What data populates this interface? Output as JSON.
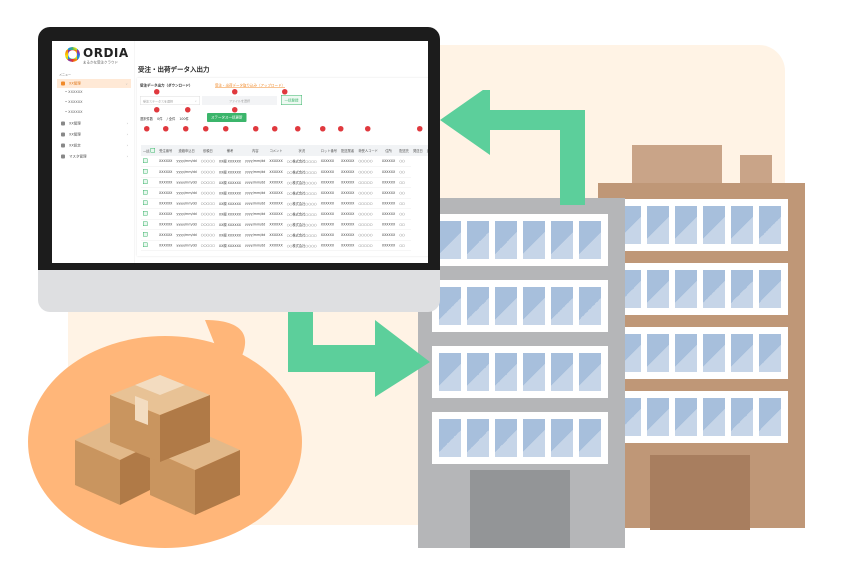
{
  "app": {
    "logo": "ORDIA",
    "logo_sub": "まるかな受注クラウド",
    "menu_label": "メニュー"
  },
  "sidebar": {
    "items": [
      {
        "label": "XX管理",
        "active": true
      },
      {
        "label": "XX管理"
      },
      {
        "label": "XX管理"
      },
      {
        "label": "XX設定"
      },
      {
        "label": "マスタ管理"
      }
    ],
    "subitems": [
      "XXXXXX",
      "XXXXXX",
      "XXXXXX"
    ]
  },
  "main": {
    "title": "受注・出荷データ入出力",
    "download_label": "受注データ出力（ダウンロード）",
    "upload_link": "受注・出荷データ取り込み（アップロード）",
    "select_placeholder": "受注ステータスを選択",
    "file_placeholder": "ファイルを選択",
    "register_button": "一括登録",
    "selected_label": "選択件数",
    "selected_count": "0件",
    "total_label": "全件",
    "total_count": "100件",
    "status_button": "ステータス一括更新",
    "columns": [
      "一括",
      "受注番号",
      "連絡申込日",
      "依頼日",
      "備考",
      "内容",
      "コメント",
      "状況",
      "ロット番号",
      "配送業者",
      "荷受人コード",
      "住所",
      "配送先",
      "発送日",
      "連絡先",
      "—",
      "氏名",
      "状"
    ],
    "row": [
      "XXXXXX",
      "yyyy/mm/dd",
      "○○○○○",
      "XX欄 XXXXXX",
      "yyyy/mm/dd",
      "XXXXXX",
      "○○株式会社○○○○",
      "XXXXXX",
      "XXXXXX",
      "○○○○○",
      "XXXXXX",
      "○○"
    ],
    "row_count": 9
  },
  "colors": {
    "accent": "#f08a2a",
    "green": "#3bb56b",
    "arrow": "#5ccf9b",
    "badge": "#e0393e"
  }
}
